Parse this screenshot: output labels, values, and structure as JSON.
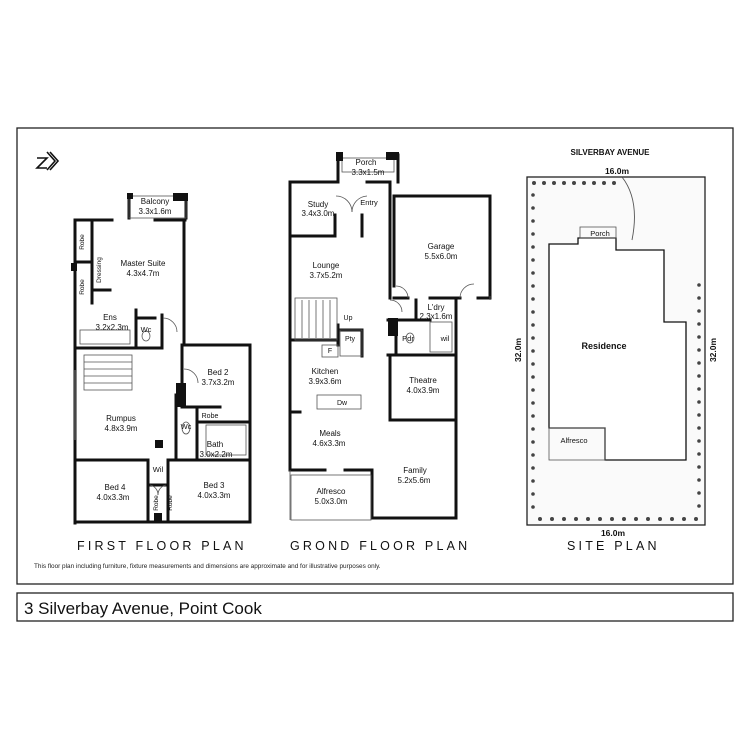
{
  "address": "3 Silverbay Avenue, Point Cook",
  "disclaimer": "This floor plan including furniture, fixture measurements and dimensions are approximate and for illustrative purposes only.",
  "plan_titles": {
    "first": "FIRST FLOOR PLAN",
    "ground": "GROND FLOOR PLAN",
    "site": "SITE PLAN"
  },
  "north_symbol": "north-arrow-icon",
  "first_floor": {
    "rooms": [
      {
        "name": "Balcony",
        "size": "3.3x1.6m"
      },
      {
        "name": "Master Suite",
        "size": "4.3x4.7m"
      },
      {
        "name": "Ens",
        "size": "3.2x2.3m"
      },
      {
        "name": "Bed 2",
        "size": "3.7x3.2m"
      },
      {
        "name": "Rumpus",
        "size": "4.8x3.9m"
      },
      {
        "name": "Bath",
        "size": "3.0x2.2m"
      },
      {
        "name": "Bed 4",
        "size": "4.0x3.3m"
      },
      {
        "name": "Bed 3",
        "size": "4.0x3.3m"
      }
    ],
    "labels": {
      "robe1": "Robe",
      "robe2": "Robe",
      "robe3": "Robe",
      "robe4": "Robe",
      "robe5": "Robe",
      "dressing": "Dressing",
      "wc1": "Wc",
      "wc2": "Wc",
      "wil": "Wil"
    }
  },
  "ground_floor": {
    "rooms": [
      {
        "name": "Porch",
        "size": "3.3x1.5m"
      },
      {
        "name": "Study",
        "size": "3.4x3.0m"
      },
      {
        "name": "Entry",
        "size": ""
      },
      {
        "name": "Garage",
        "size": "5.5x6.0m"
      },
      {
        "name": "Lounge",
        "size": "3.7x5.2m"
      },
      {
        "name": "L'dry",
        "size": "2.3x1.6m"
      },
      {
        "name": "Kitchen",
        "size": "3.9x3.6m"
      },
      {
        "name": "Theatre",
        "size": "4.0x3.9m"
      },
      {
        "name": "Meals",
        "size": "4.6x3.3m"
      },
      {
        "name": "Family",
        "size": "5.2x5.6m"
      },
      {
        "name": "Alfresco",
        "size": "5.0x3.0m"
      }
    ],
    "labels": {
      "up": "Up",
      "pty": "Pty",
      "f": "F",
      "dw": "Dw",
      "pdr": "Pdr",
      "wil": "wil"
    }
  },
  "site_plan": {
    "street": "SILVERBAY AVENUE",
    "top_width": "16.0m",
    "bottom_width": "16.0m",
    "left_depth": "32.0m",
    "right_depth": "32.0m",
    "residence": "Residence",
    "porch": "Porch",
    "alfresco": "Alfresco"
  }
}
